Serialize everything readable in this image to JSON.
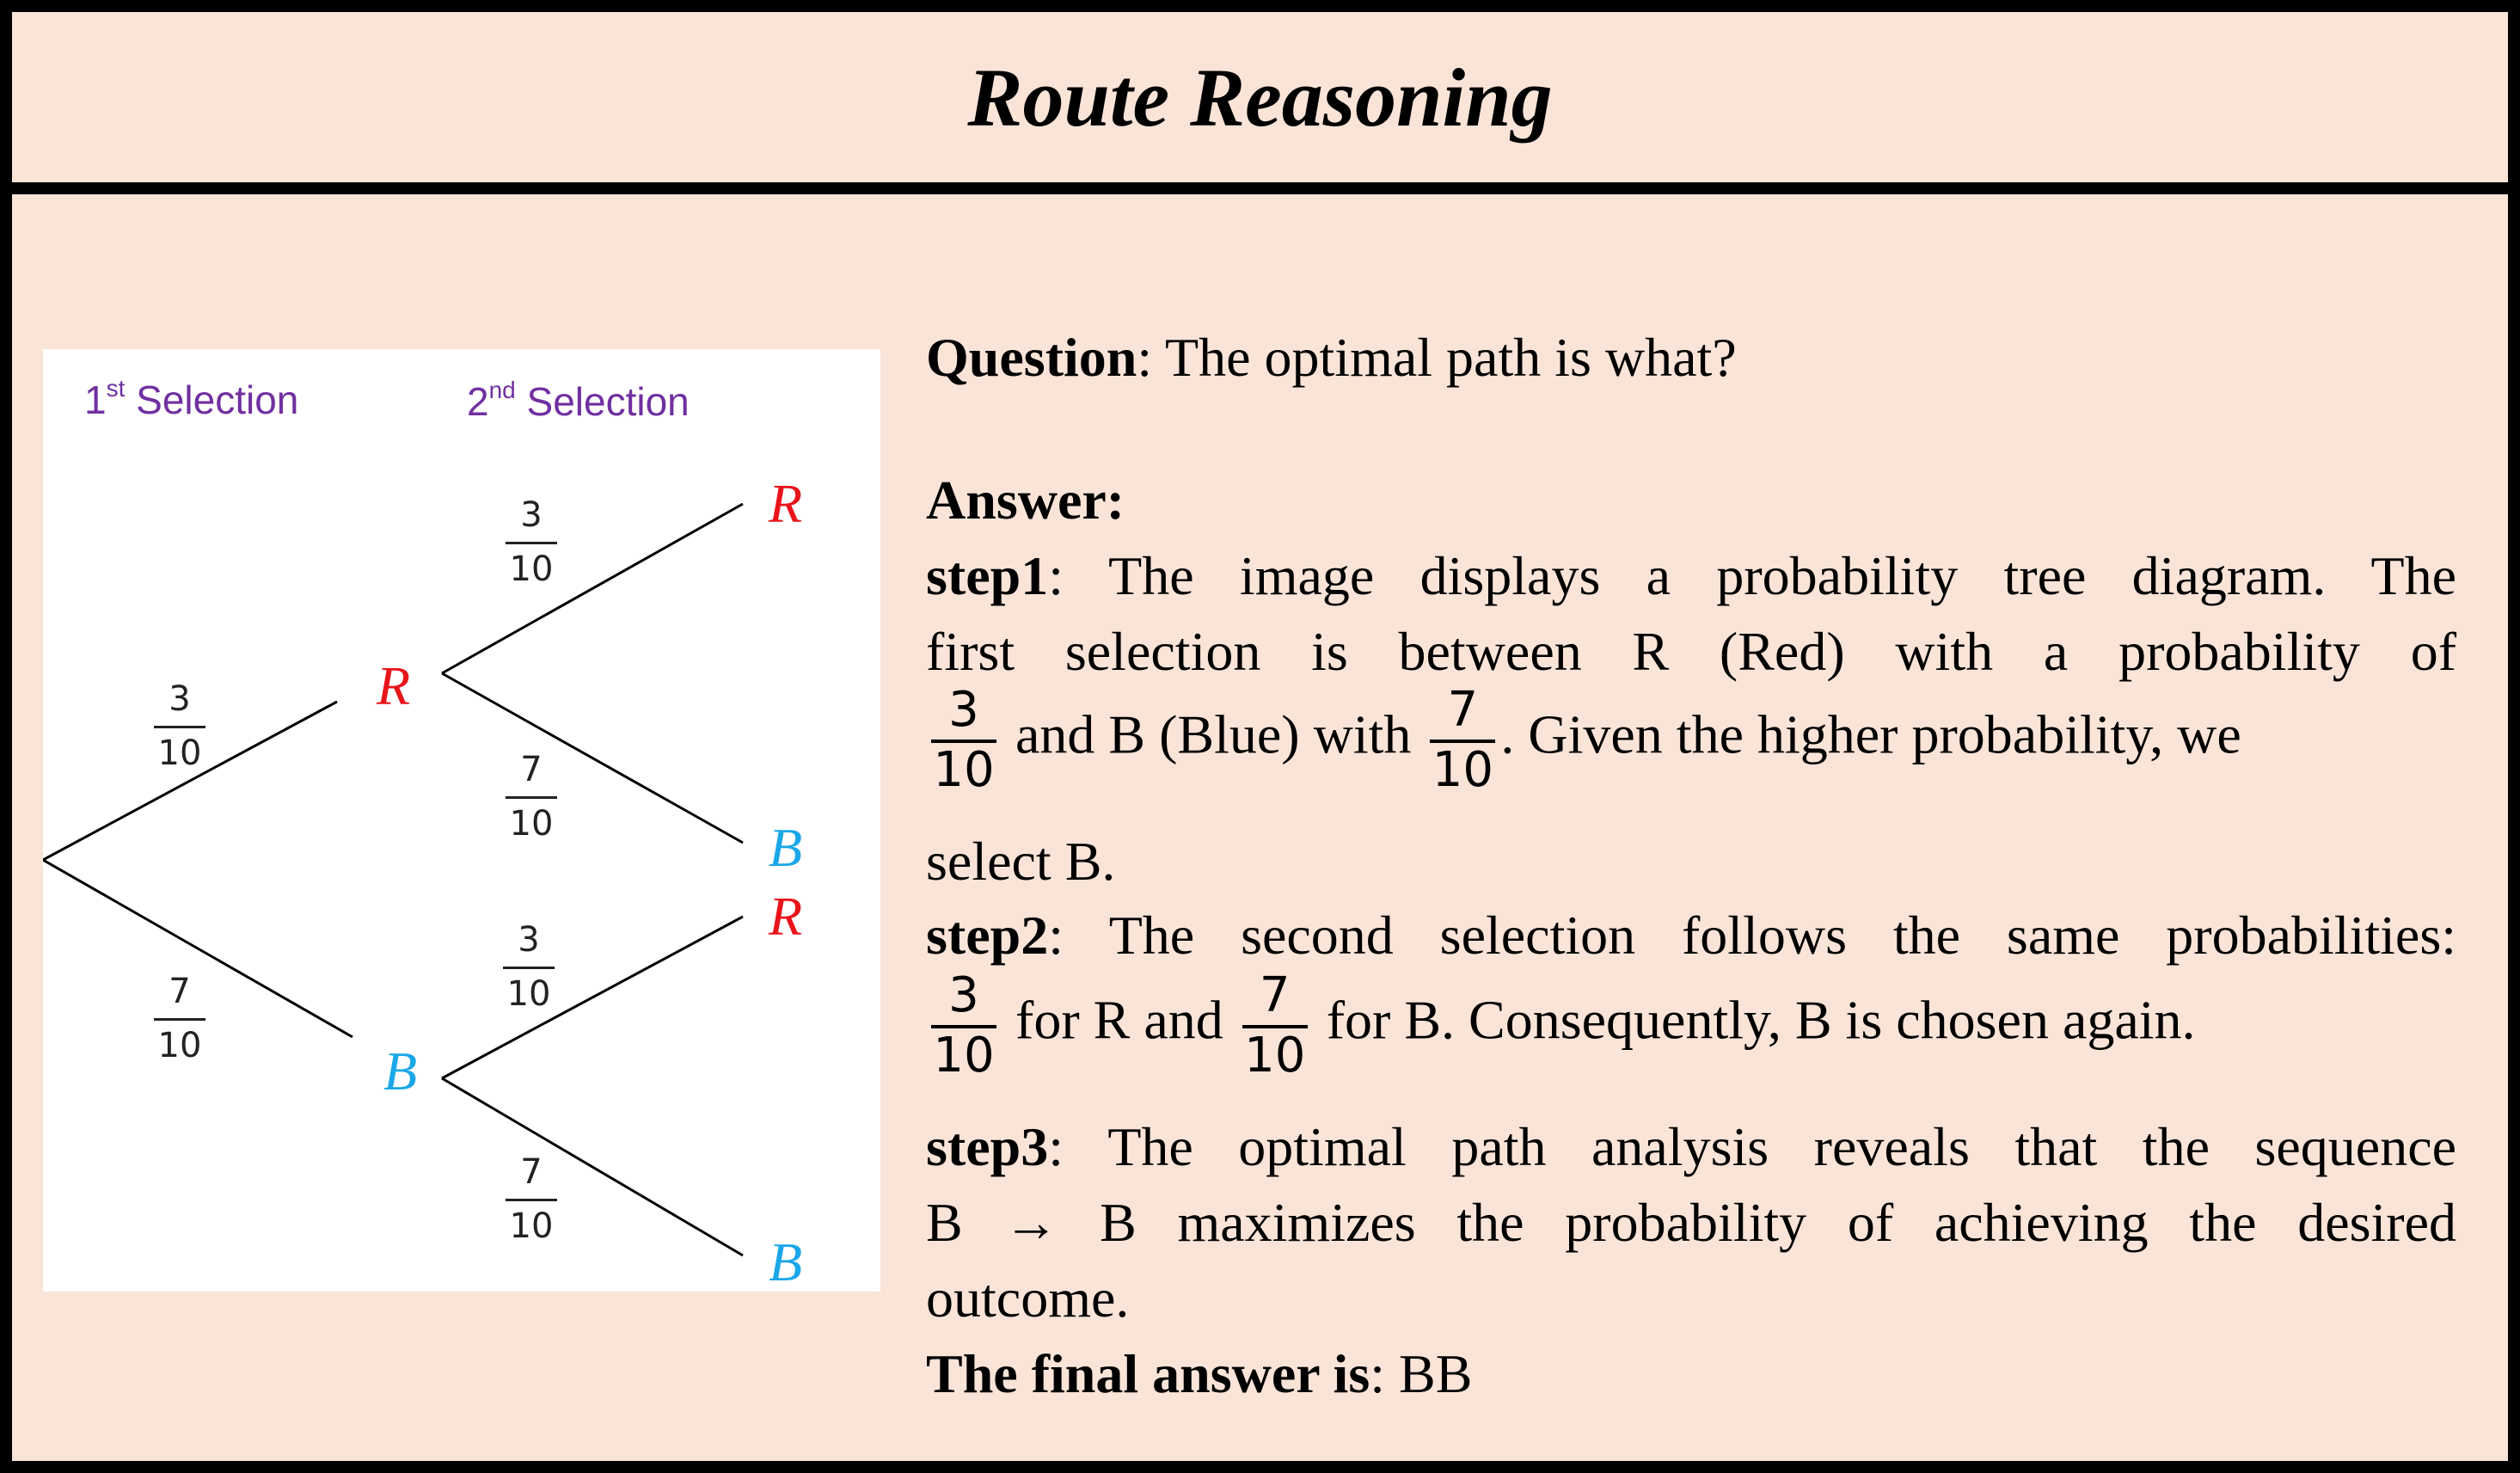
{
  "title": "Route Reasoning",
  "tree": {
    "first_selection_label": "1",
    "first_selection_sup": "st",
    "first_selection_text": "Selection",
    "second_selection_label": "2",
    "second_selection_sup": "nd",
    "second_selection_text": "Selection",
    "colors": {
      "red": "#e8141a",
      "blue": "#1aa7e8",
      "purple": "#7030a0"
    },
    "nodes": {
      "first_r": "R",
      "first_b": "B",
      "r_r": "R",
      "r_b": "B",
      "b_r": "R",
      "b_b": "B"
    },
    "edges": {
      "root_r": {
        "num": "3",
        "den": "10"
      },
      "root_b": {
        "num": "7",
        "den": "10"
      },
      "r_r": {
        "num": "3",
        "den": "10"
      },
      "r_b": {
        "num": "7",
        "den": "10"
      },
      "b_r": {
        "num": "3",
        "den": "10"
      },
      "b_b": {
        "num": "7",
        "den": "10"
      }
    }
  },
  "text": {
    "question_label": "Question",
    "question": ": The optimal path is what?",
    "answer_label": "Answer:",
    "step1_label": "step1",
    "step1_a": ": The image displays a probability tree diagram. The",
    "step1_b": "first selection is between R (Red) with a probability of",
    "step1_frac1_num": "3",
    "step1_frac1_den": "10",
    "step1_c": "and B (Blue) with",
    "step1_frac2_num": "7",
    "step1_frac2_den": "10",
    "step1_d": ". Given the higher probability, we",
    "step1_e": "select B.",
    "step2_label": "step2",
    "step2_a": ": The second selection follows the same probabilities:",
    "step2_frac1_num": "3",
    "step2_frac1_den": "10",
    "step2_b": "for R and",
    "step2_frac2_num": "7",
    "step2_frac2_den": "10",
    "step2_c": "for B. Consequently, B is chosen again.",
    "step3_label": "step3",
    "step3_a": ": The optimal path analysis reveals that the sequence",
    "step3_b": "B → B maximizes the probability of achieving the desired",
    "step3_c": "outcome.",
    "final_label": "The final answer is",
    "final_value": ": BB"
  }
}
